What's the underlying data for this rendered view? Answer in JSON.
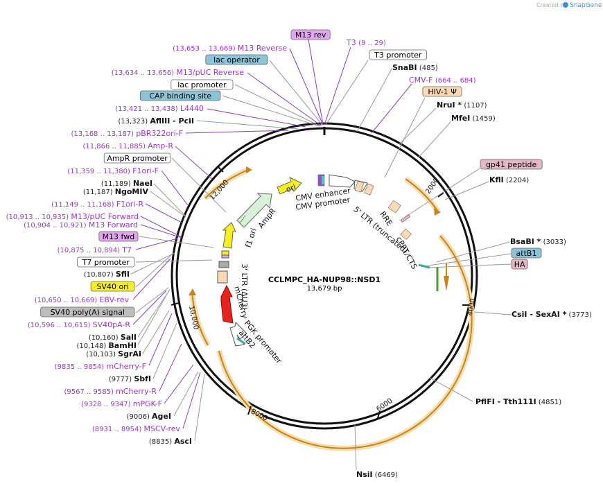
{
  "credit": {
    "prefix": "Created by",
    "brand": "SnapGene"
  },
  "title": {
    "name": "CCLMPC_HA-NUP98::NSD1",
    "length": "13,679 bp"
  },
  "ticks": [
    "2000",
    "4000",
    "6000",
    "8000",
    "10,000",
    "12,000"
  ],
  "colors": {
    "primer": "#9b35c9",
    "orf": "#e0a030",
    "line": "#7a40b0"
  },
  "left_labels": [
    {
      "kind": "primer",
      "pos": "(13,653 .. 13,669)",
      "name": "M13 Reverse"
    },
    {
      "kind": "box",
      "name": "lac operator",
      "bg": "#8cc3d6"
    },
    {
      "kind": "primer",
      "pos": "(13,634 .. 13,656)",
      "name": "M13/pUC Reverse"
    },
    {
      "kind": "box",
      "name": "lac promoter",
      "bg": "#ffffff"
    },
    {
      "kind": "box",
      "name": "CAP binding site",
      "bg": "#8cc3d6"
    },
    {
      "kind": "primer",
      "pos": "(13,421 .. 13,438)",
      "name": "L4440"
    },
    {
      "kind": "enzyme",
      "pos": "(13,323)",
      "name": "AflIII",
      "extra": "- PciI"
    },
    {
      "kind": "primer",
      "pos": "(13,168 .. 13,187)",
      "name": "pBR322ori-F"
    },
    {
      "kind": "primer",
      "pos": "(11,866 .. 11,885)",
      "name": "Amp-R"
    },
    {
      "kind": "box",
      "name": "AmpR promoter",
      "bg": "#ffffff"
    },
    {
      "kind": "primer",
      "pos": "(11,359 .. 11,380)",
      "name": "F1ori-F"
    },
    {
      "kind": "enzyme",
      "pos": "(11,189)",
      "name": "NaeI"
    },
    {
      "kind": "enzyme",
      "pos": "(11,187)",
      "name": "NgoMIV"
    },
    {
      "kind": "primer",
      "pos": "(11,149 .. 11,168)",
      "name": "F1ori-R"
    },
    {
      "kind": "primer",
      "pos": "(10,913 .. 10,935)",
      "name": "M13/pUC Forward"
    },
    {
      "kind": "primer",
      "pos": "(10,904 .. 10,921)",
      "name": "M13 Forward"
    },
    {
      "kind": "box",
      "name": "M13 fwd",
      "bg": "#e2a6ef"
    },
    {
      "kind": "primer",
      "pos": "(10,875 .. 10,894)",
      "name": "T7"
    },
    {
      "kind": "box",
      "name": "T7 promoter",
      "bg": "#ffffff"
    },
    {
      "kind": "enzyme",
      "pos": "(10,807)",
      "name": "SfiI"
    },
    {
      "kind": "box",
      "name": "SV40 ori",
      "bg": "#f7f01e"
    },
    {
      "kind": "primer",
      "pos": "(10,650 .. 10,669)",
      "name": "EBV-rev"
    },
    {
      "kind": "box",
      "name": "SV40 poly(A) signal",
      "bg": "#bdbdbd"
    },
    {
      "kind": "primer",
      "pos": "(10,596 .. 10,615)",
      "name": "SV40pA-R"
    },
    {
      "kind": "enzyme",
      "pos": "(10,160)",
      "name": "SalI"
    },
    {
      "kind": "enzyme",
      "pos": "(10,148)",
      "name": "BamHI"
    },
    {
      "kind": "enzyme",
      "pos": "(10,103)",
      "name": "SgrAI"
    },
    {
      "kind": "primer",
      "pos": "(9835 .. 9854)",
      "name": "mCherry-F"
    },
    {
      "kind": "enzyme",
      "pos": "(9777)",
      "name": "SbfI"
    },
    {
      "kind": "primer",
      "pos": "(9567 .. 9585)",
      "name": "mCherry-R"
    },
    {
      "kind": "primer",
      "pos": "(9328 .. 9347)",
      "name": "mPGK-F"
    },
    {
      "kind": "enzyme",
      "pos": "(9006)",
      "name": "AgeI"
    },
    {
      "kind": "primer",
      "pos": "(8931 .. 8954)",
      "name": "MSCV-rev"
    },
    {
      "kind": "enzyme",
      "pos": "(8835)",
      "name": "AscI"
    }
  ],
  "right_labels": [
    {
      "kind": "box",
      "name": "M13 rev",
      "bg": "#e2a6ef"
    },
    {
      "kind": "primer",
      "name": "T3",
      "pos": "(9 .. 29)"
    },
    {
      "kind": "box",
      "name": "T3 promoter",
      "bg": "#ffffff"
    },
    {
      "kind": "enzyme",
      "name": "SnaBI",
      "pos": "(485)"
    },
    {
      "kind": "primer",
      "name": "CMV-F",
      "pos": "(664 .. 684)"
    },
    {
      "kind": "box",
      "name": "HIV-1 Ψ",
      "bg": "#fcd9b5"
    },
    {
      "kind": "enzyme",
      "name": "NruI *",
      "pos": "(1107)"
    },
    {
      "kind": "enzyme",
      "name": "MfeI",
      "pos": "(1459)"
    },
    {
      "kind": "box",
      "name": "gp41 peptide",
      "bg": "#e3b7c4"
    },
    {
      "kind": "enzyme",
      "name": "KflI",
      "pos": "(2204)"
    },
    {
      "kind": "enzyme",
      "name": "BsaBI *",
      "pos": "(3033)"
    },
    {
      "kind": "box",
      "name": "attB1",
      "bg": "#8cc3d6"
    },
    {
      "kind": "box",
      "name": "HA",
      "bg": "#e3b7c4"
    },
    {
      "kind": "enzyme",
      "name": "CsiI",
      "extra": "- SexAI *",
      "pos": "(3773)"
    },
    {
      "kind": "enzyme",
      "name": "PflFI",
      "extra": "- Tth111I",
      "pos": "(4851)"
    },
    {
      "kind": "enzyme",
      "name": "NsiI",
      "pos": "(6469)"
    }
  ],
  "inner_labels": {
    "ori": "ori",
    "ampr": "AmpR",
    "f1ori": "f1 ori",
    "cmv_enh": "CMV enhancer",
    "cmv_prom": "CMV promoter",
    "ltr5": "5' LTR (truncated)",
    "rre": "RRE",
    "cppt": "cPPT/CTS",
    "ltr3": "3' LTR (ΔU3)",
    "mcherry": "mCherry",
    "pgk": "PGK promoter",
    "attb2": "attB2"
  }
}
